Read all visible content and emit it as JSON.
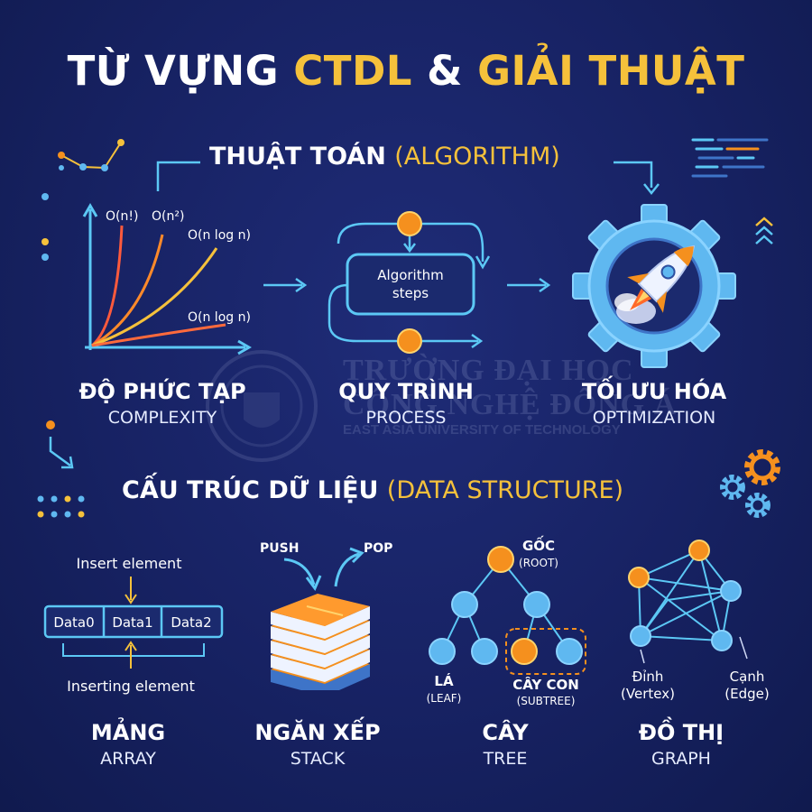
{
  "title": {
    "part1": "TỪ VỰNG",
    "part2": "CTDL",
    "part3": "&",
    "part4": "GIẢI THUẬT"
  },
  "algorithm_section": {
    "title": "THUẬT TOÁN",
    "title_en": "(ALGORITHM)",
    "complexity": {
      "label_vi": "ĐỘ PHỨC TẠP",
      "label_en": "COMPLEXITY",
      "curves": [
        "O(n!)",
        "O(n²)",
        "O(n log n)",
        "O(n log n)"
      ]
    },
    "process": {
      "label_vi": "QUY TRÌNH",
      "label_en": "PROCESS",
      "box_line1": "Algorithm",
      "box_line2": "steps"
    },
    "optimization": {
      "label_vi": "TỐI ƯU HÓA",
      "label_en": "OPTIMIZATION"
    }
  },
  "data_structure_section": {
    "title": "CẤU TRÚC DỮ LIỆU",
    "title_en": "(DATA STRUCTURE)",
    "array": {
      "label_vi": "MẢNG",
      "label_en": "ARRAY",
      "cells": [
        "Data0",
        "Data1",
        "Data2"
      ],
      "insert_top": "Insert element",
      "insert_bottom": "Inserting element"
    },
    "stack": {
      "label_vi": "NGĂN XẾP",
      "label_en": "STACK",
      "push": "PUSH",
      "pop": "POP"
    },
    "tree": {
      "label_vi": "CÂY",
      "label_en": "TREE",
      "root": "GỐC",
      "root_en": "(ROOT)",
      "leaf": "LÁ",
      "leaf_en": "(LEAF)",
      "subtree": "CÂY CON",
      "subtree_en": "(SUBTREE)"
    },
    "graph": {
      "label_vi": "ĐỒ THỊ",
      "label_en": "GRAPH",
      "vertex": "Đỉnh",
      "vertex_en": "(Vertex)",
      "edge": "Cạnh",
      "edge_en": "(Edge)"
    }
  },
  "watermark": {
    "line1": "TRƯỜNG ĐẠI HỌC",
    "line2": "CÔNG NGHỆ ĐÔNG Á",
    "line3": "EAST ASIA UNIVERSITY OF TECHNOLOGY"
  },
  "colors": {
    "accent": "#f5c13b",
    "node": "#5fb8f0",
    "orange": "#f5901e",
    "line": "#5cc8f5",
    "bg": "#172263"
  }
}
